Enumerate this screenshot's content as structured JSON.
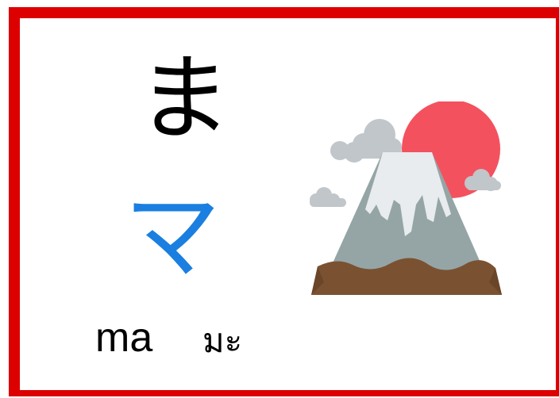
{
  "card": {
    "hiragana": "ま",
    "katakana": "マ",
    "romaji": "ma",
    "thai": "มะ"
  },
  "illustration": {
    "icon": "mount-fuji-icon"
  },
  "colors": {
    "frame": "#dd0000",
    "katakana": "#1a7fe0",
    "sun": "#f4515e",
    "snow": "#e8ecee",
    "rock": "#95a5a6",
    "ground": "#7a5232",
    "cloud": "#c0c6ca"
  }
}
